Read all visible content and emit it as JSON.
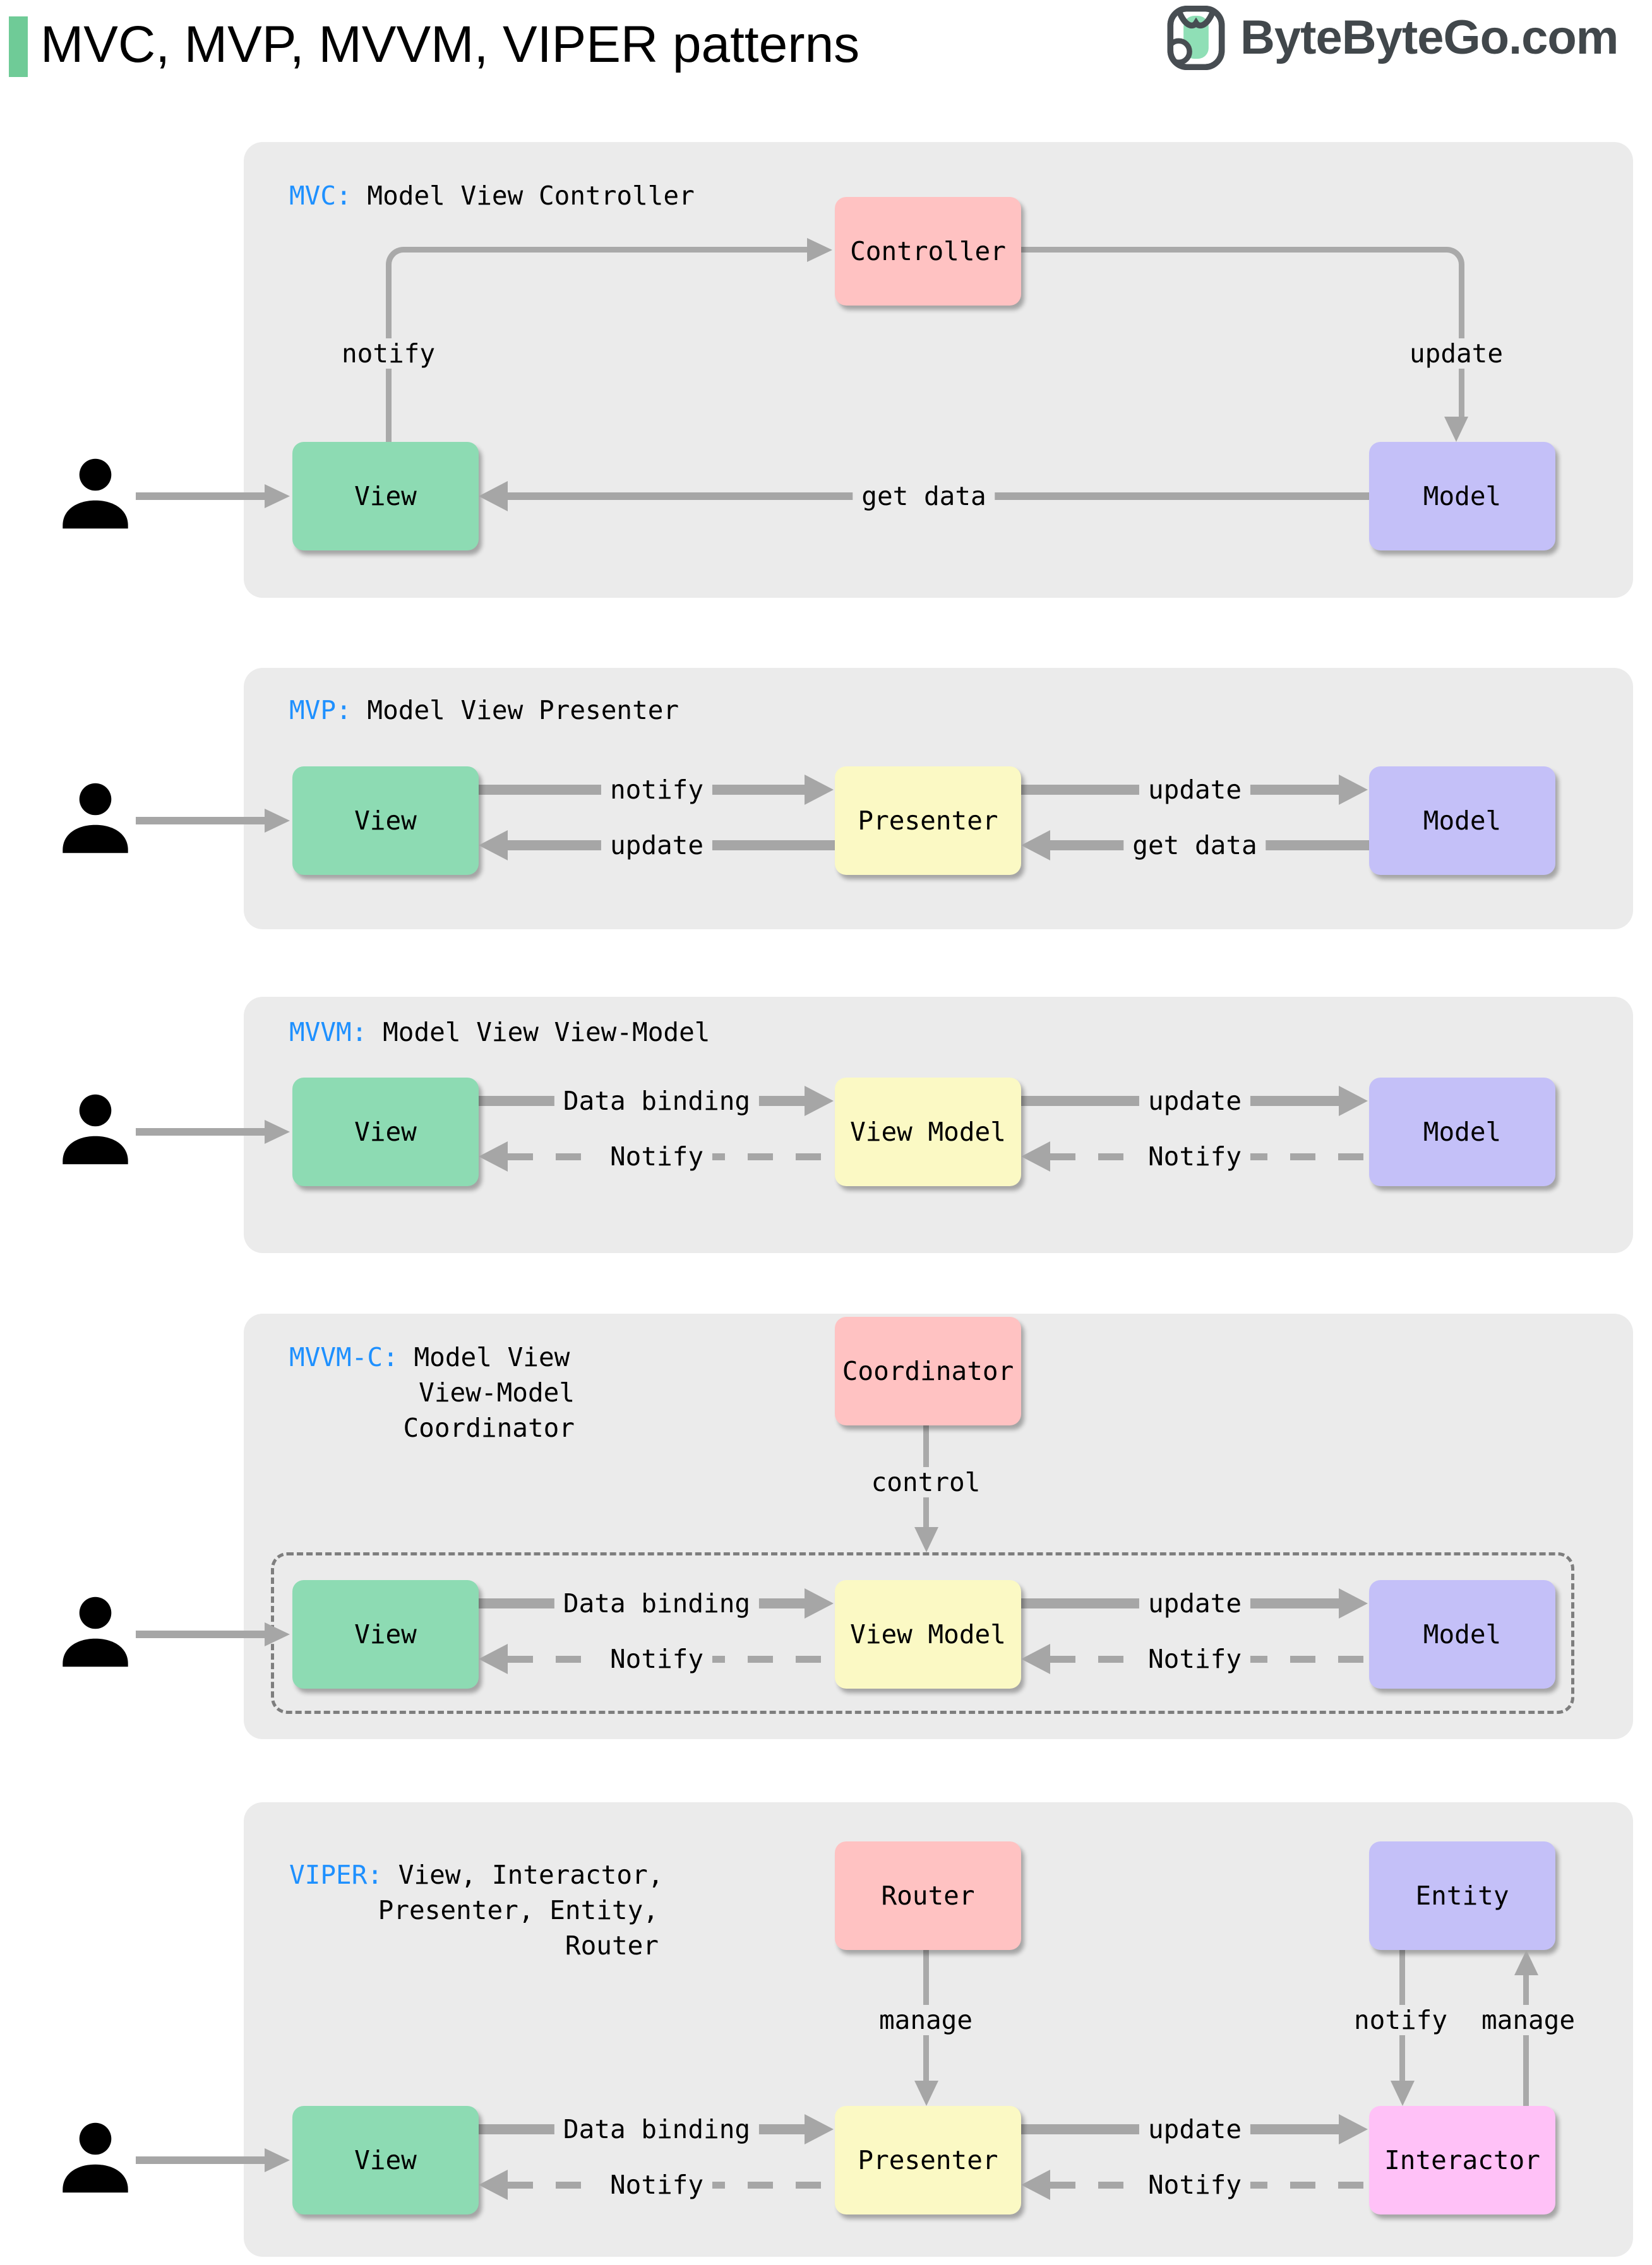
{
  "header": {
    "title": "MVC, MVP, MVVM, VIPER patterns",
    "brand": "ByteByteGo.com"
  },
  "colors": {
    "accent_green_bar": "#6FCB97",
    "panel_bg": "#EBEBEB",
    "box_green": "#8DDBB3",
    "box_pink": "#FFC2C2",
    "box_yellow": "#FBF9C4",
    "box_purple": "#C4C0F8",
    "box_magenta": "#FFC1F7",
    "arrow_gray": "#A6A6A6",
    "label_blue": "#1E90FF",
    "logo_gray": "#41474B"
  },
  "sections": {
    "mvc": {
      "tag": "MVC:",
      "name": " Model View Controller",
      "boxes": {
        "controller": "Controller",
        "view": "View",
        "model": "Model"
      },
      "labels": {
        "notify": "notify",
        "update": "update",
        "get_data": "get data"
      }
    },
    "mvp": {
      "tag": "MVP:",
      "name": " Model View Presenter",
      "boxes": {
        "view": "View",
        "presenter": "Presenter",
        "model": "Model"
      },
      "labels": {
        "notify": "notify",
        "update_top": "update",
        "update_bottom": "update",
        "get_data": "get data"
      }
    },
    "mvvm": {
      "tag": "MVVM:",
      "name": " Model View View-Model",
      "boxes": {
        "view": "View",
        "view_model": "View Model",
        "model": "Model"
      },
      "labels": {
        "data_binding": "Data binding",
        "update": "update",
        "notify_left": "Notify",
        "notify_right": "Notify"
      }
    },
    "mvvmc": {
      "tag": "MVVM-C:",
      "name_line1": " Model View",
      "name_line2": "View-Model",
      "name_line3": "Coordinator",
      "boxes": {
        "coordinator": "Coordinator",
        "view": "View",
        "view_model": "View Model",
        "model": "Model"
      },
      "labels": {
        "control": "control",
        "data_binding": "Data binding",
        "update": "update",
        "notify_left": "Notify",
        "notify_right": "Notify"
      }
    },
    "viper": {
      "tag": "VIPER:",
      "name_line1": " View, Interactor,",
      "name_line2": "Presenter, Entity,",
      "name_line3": "Router",
      "boxes": {
        "router": "Router",
        "entity": "Entity",
        "view": "View",
        "presenter": "Presenter",
        "interactor": "Interactor"
      },
      "labels": {
        "manage_router": "manage",
        "notify_entity": "notify",
        "manage_entity": "manage",
        "data_binding": "Data binding",
        "update": "update",
        "notify_left": "Notify",
        "notify_right": "Notify"
      }
    }
  }
}
